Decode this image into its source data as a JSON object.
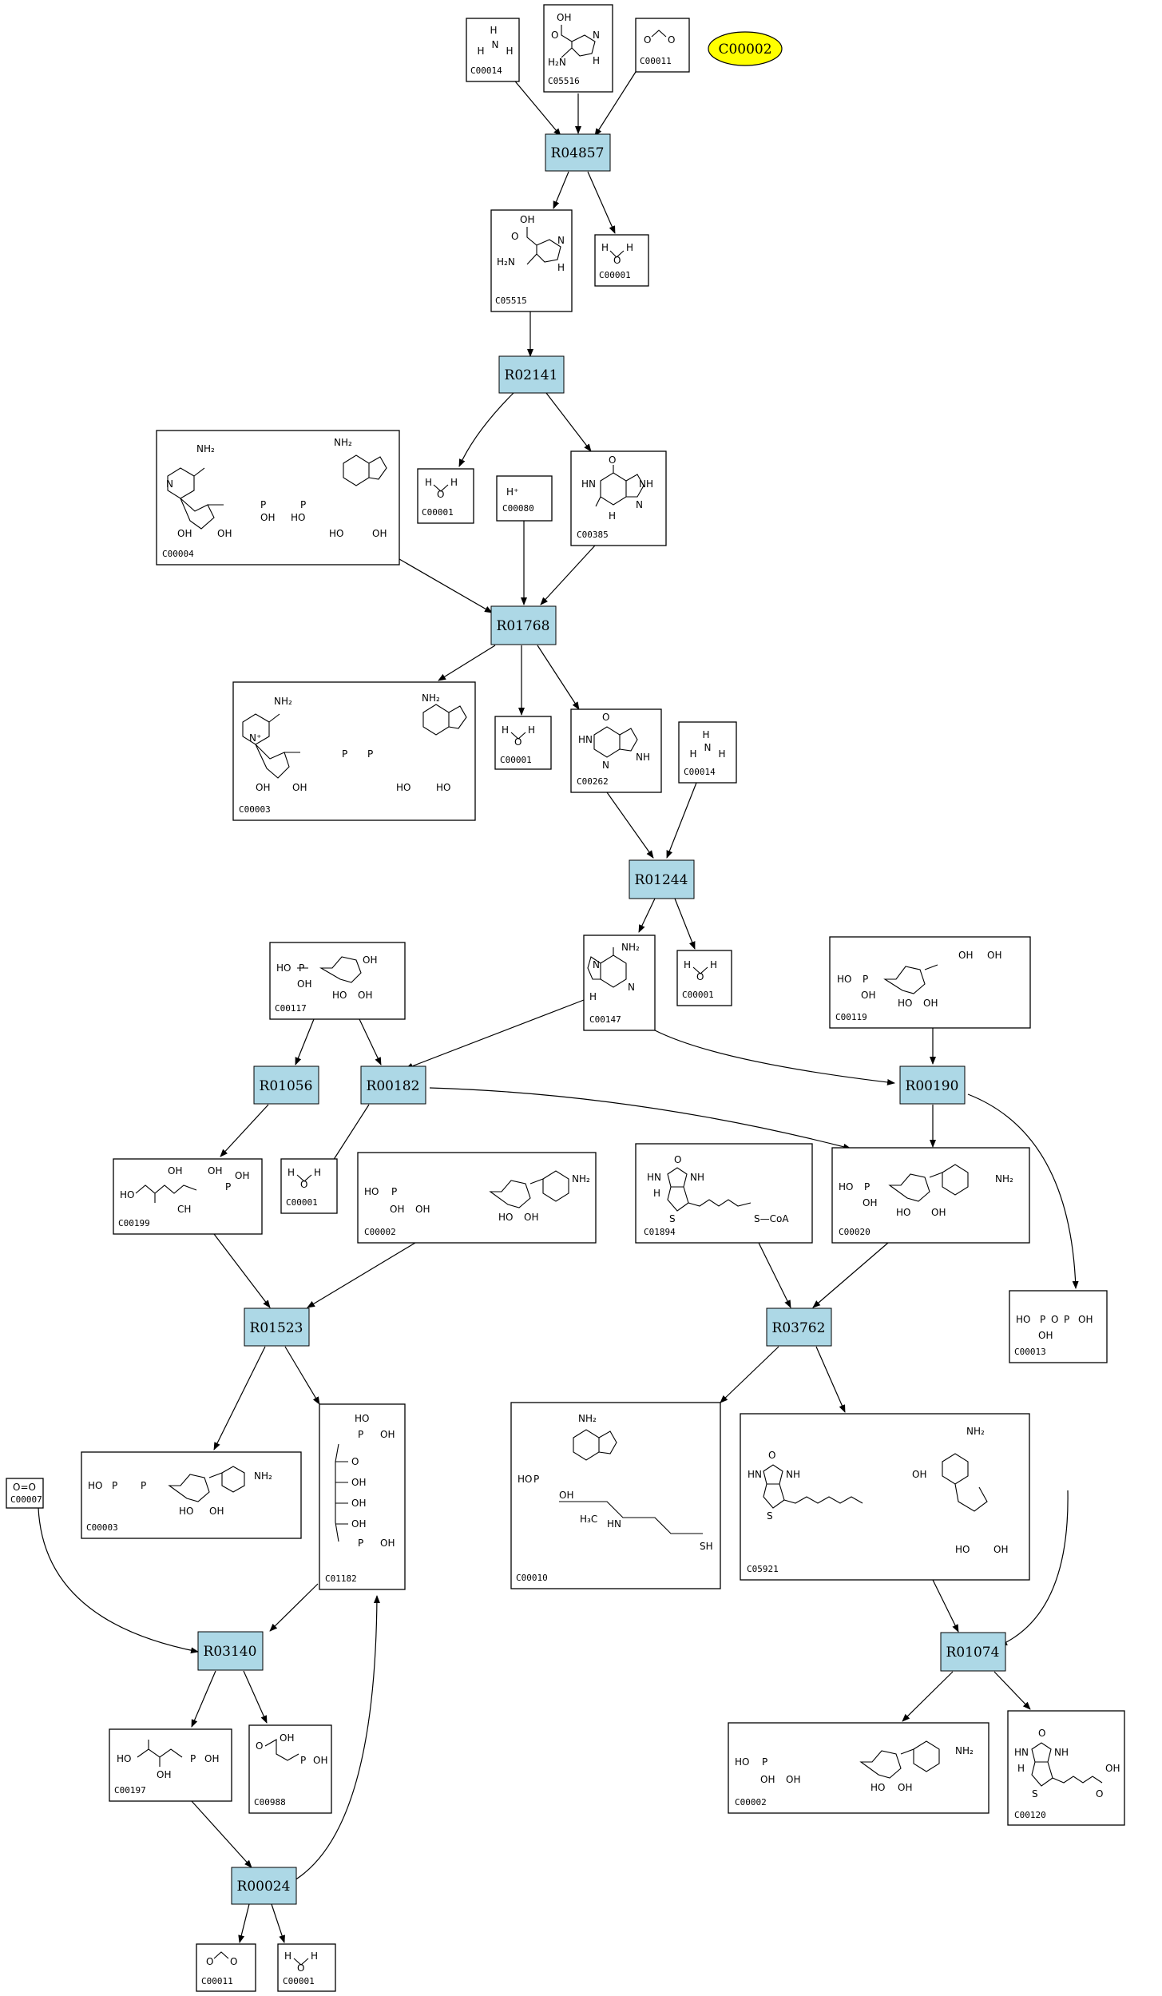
{
  "colors": {
    "reaction_fill": "#add8e6",
    "highlight_fill": "#ffff00",
    "stroke": "#000000"
  },
  "highlight": {
    "id": "C00002"
  },
  "reactions": [
    {
      "id": "R04857"
    },
    {
      "id": "R02141"
    },
    {
      "id": "R01768"
    },
    {
      "id": "R01244"
    },
    {
      "id": "R01056"
    },
    {
      "id": "R00182"
    },
    {
      "id": "R00190"
    },
    {
      "id": "R01523"
    },
    {
      "id": "R03762"
    },
    {
      "id": "R03140"
    },
    {
      "id": "R01074"
    },
    {
      "id": "R00024"
    }
  ],
  "compounds": [
    {
      "id": "C00014",
      "formula": "",
      "atoms": [
        "H",
        "N",
        "H",
        "H"
      ]
    },
    {
      "id": "C05516",
      "formula": "",
      "atoms": [
        "OH",
        "O",
        "H₂N",
        "N",
        "H"
      ]
    },
    {
      "id": "C00011",
      "formula": "",
      "atoms": [
        "O",
        "O"
      ]
    },
    {
      "id": "C05515",
      "formula": "",
      "atoms": [
        "OH",
        "O",
        "H₂N",
        "N",
        "H"
      ]
    },
    {
      "id": "C00001",
      "formula": "",
      "atoms": [
        "H",
        "O",
        "H"
      ]
    },
    {
      "id": "C00004",
      "formula": "",
      "atoms": [
        "NH₂",
        "NH₂",
        "N",
        "OH",
        "OH",
        "OH",
        "OH",
        "HO",
        "HO",
        "P",
        "P"
      ]
    },
    {
      "id": "C00080",
      "formula": "",
      "atoms": [
        "H⁺"
      ]
    },
    {
      "id": "C00385",
      "formula": "",
      "atoms": [
        "O",
        "HN",
        "NH",
        "N",
        "H"
      ]
    },
    {
      "id": "C00003",
      "formula": "",
      "atoms": [
        "NH₂",
        "NH₂",
        "N⁺",
        "OH",
        "OH",
        "HO",
        "HO",
        "P",
        "P"
      ]
    },
    {
      "id": "C00262",
      "formula": "",
      "atoms": [
        "O",
        "HN",
        "N",
        "NH"
      ]
    },
    {
      "id": "C00147",
      "formula": "",
      "atoms": [
        "NH₂",
        "N",
        "N",
        "H"
      ]
    },
    {
      "id": "C00117",
      "formula": "",
      "atoms": [
        "HO",
        "P",
        "OH",
        "OH",
        "HO",
        "OH"
      ]
    },
    {
      "id": "C00119",
      "formula": "",
      "atoms": [
        "HO",
        "P",
        "OH",
        "HO",
        "OH",
        "OH",
        "OH"
      ]
    },
    {
      "id": "C00199",
      "formula": "",
      "atoms": [
        "HO",
        "OH",
        "OH",
        "P",
        "OH",
        "CH"
      ]
    },
    {
      "id": "C00002",
      "formula": "",
      "atoms": [
        "HO",
        "P",
        "OH",
        "OH",
        "NH₂",
        "HO",
        "OH"
      ]
    },
    {
      "id": "C01894",
      "formula": "",
      "atoms": [
        "O",
        "HN",
        "NH",
        "H",
        "S",
        "S—CoA"
      ]
    },
    {
      "id": "C00020",
      "formula": "",
      "atoms": [
        "HO",
        "P",
        "OH",
        "NH₂",
        "HO",
        "OH"
      ]
    },
    {
      "id": "C00013",
      "formula": "",
      "atoms": [
        "HO",
        "P",
        "O",
        "P",
        "OH",
        "OH"
      ]
    },
    {
      "id": "C01182",
      "formula": "",
      "atoms": [
        "HO",
        "P",
        "OH",
        "OH",
        "OH",
        "O"
      ]
    },
    {
      "id": "C00010",
      "formula": "",
      "atoms": [
        "NH₂",
        "HO",
        "P",
        "OH",
        "H₃C",
        "SH",
        "HN"
      ]
    },
    {
      "id": "C05921",
      "formula": "",
      "atoms": [
        "O",
        "HN",
        "NH",
        "S",
        "NH₂",
        "OH",
        "HO"
      ]
    },
    {
      "id": "C00007",
      "formula": "O=O",
      "atoms": []
    },
    {
      "id": "C00197",
      "formula": "",
      "atoms": [
        "HO",
        "OH",
        "P",
        "OH"
      ]
    },
    {
      "id": "C00988",
      "formula": "",
      "atoms": [
        "OH",
        "O",
        "P",
        "OH"
      ]
    },
    {
      "id": "C00120",
      "formula": "",
      "atoms": [
        "O",
        "HN",
        "NH",
        "H",
        "S",
        "OH",
        "O"
      ]
    }
  ]
}
